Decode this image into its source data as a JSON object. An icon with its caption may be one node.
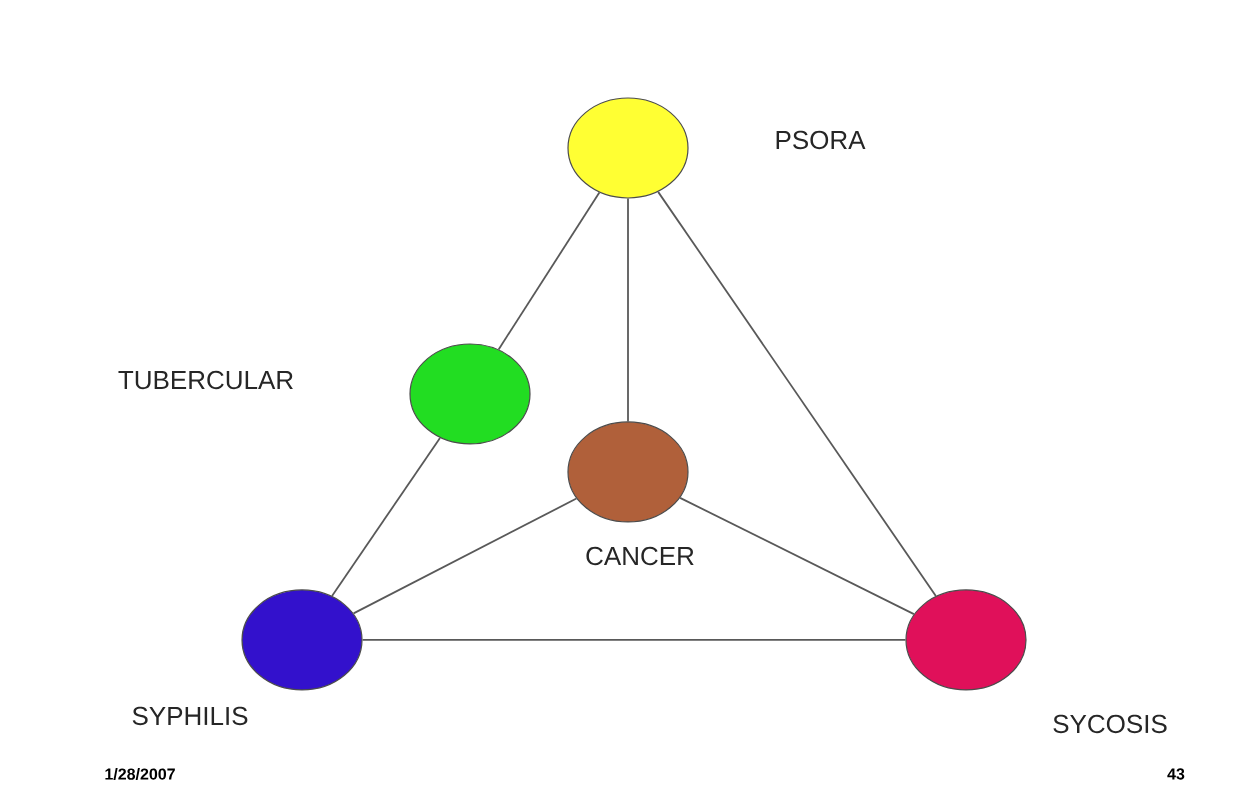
{
  "diagram": {
    "nodes": [
      {
        "text": [
          "PSORA"
        ]
      },
      {
        "text": [
          "TUBERCULAR"
        ]
      },
      {
        "text": [
          "CANCER"
        ]
      },
      {
        "text": [
          "SYPHILIS"
        ]
      },
      {
        "text": [
          "SYCOSIS"
        ]
      }
    ],
    "edges": [
      {
        "from": 0,
        "to": 1,
        "arrow": "none"
      },
      {
        "from": 1,
        "to": 3,
        "arrow": "none"
      },
      {
        "from": 0,
        "to": 2,
        "arrow": "none"
      },
      {
        "from": 0,
        "to": 4,
        "arrow": "none"
      },
      {
        "from": 2,
        "to": 3,
        "arrow": "none"
      },
      {
        "from": 2,
        "to": 4,
        "arrow": "none"
      },
      {
        "from": 3,
        "to": 4,
        "arrow": "none"
      }
    ],
    "labels": [
      "1/28/2007",
      "43"
    ]
  }
}
